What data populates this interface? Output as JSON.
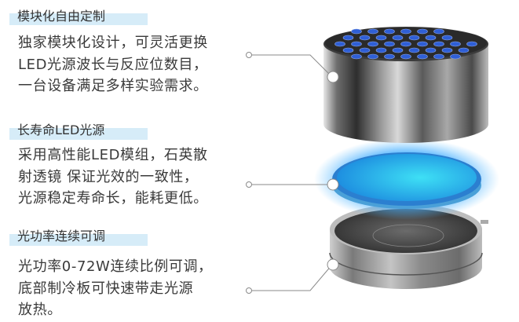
{
  "features": [
    {
      "title": "模块化自由定制",
      "lines": [
        "独家模块化设计，可灵活更换",
        "LED光源波长与反应位数目，",
        "一台设备满足多样实验需求。"
      ]
    },
    {
      "title": "长寿命LED光源",
      "lines": [
        "采用高性能LED模组，石英散",
        "射透镜 保证光效的一致性，",
        "光源稳定寿命长，能耗更低。"
      ]
    },
    {
      "title": "光功率连续可调",
      "lines": [
        "光功率0-72W连续比例可调，",
        "底部制冷板可快速带走光源",
        "放热。"
      ]
    }
  ],
  "colors": {
    "highlight": "#d6ecf8",
    "led_blue": "#2aa6ee",
    "well_blue": "#2f5fd6",
    "callout": "#8a8a8a"
  },
  "icons": [
    "callout-dot-icon"
  ]
}
